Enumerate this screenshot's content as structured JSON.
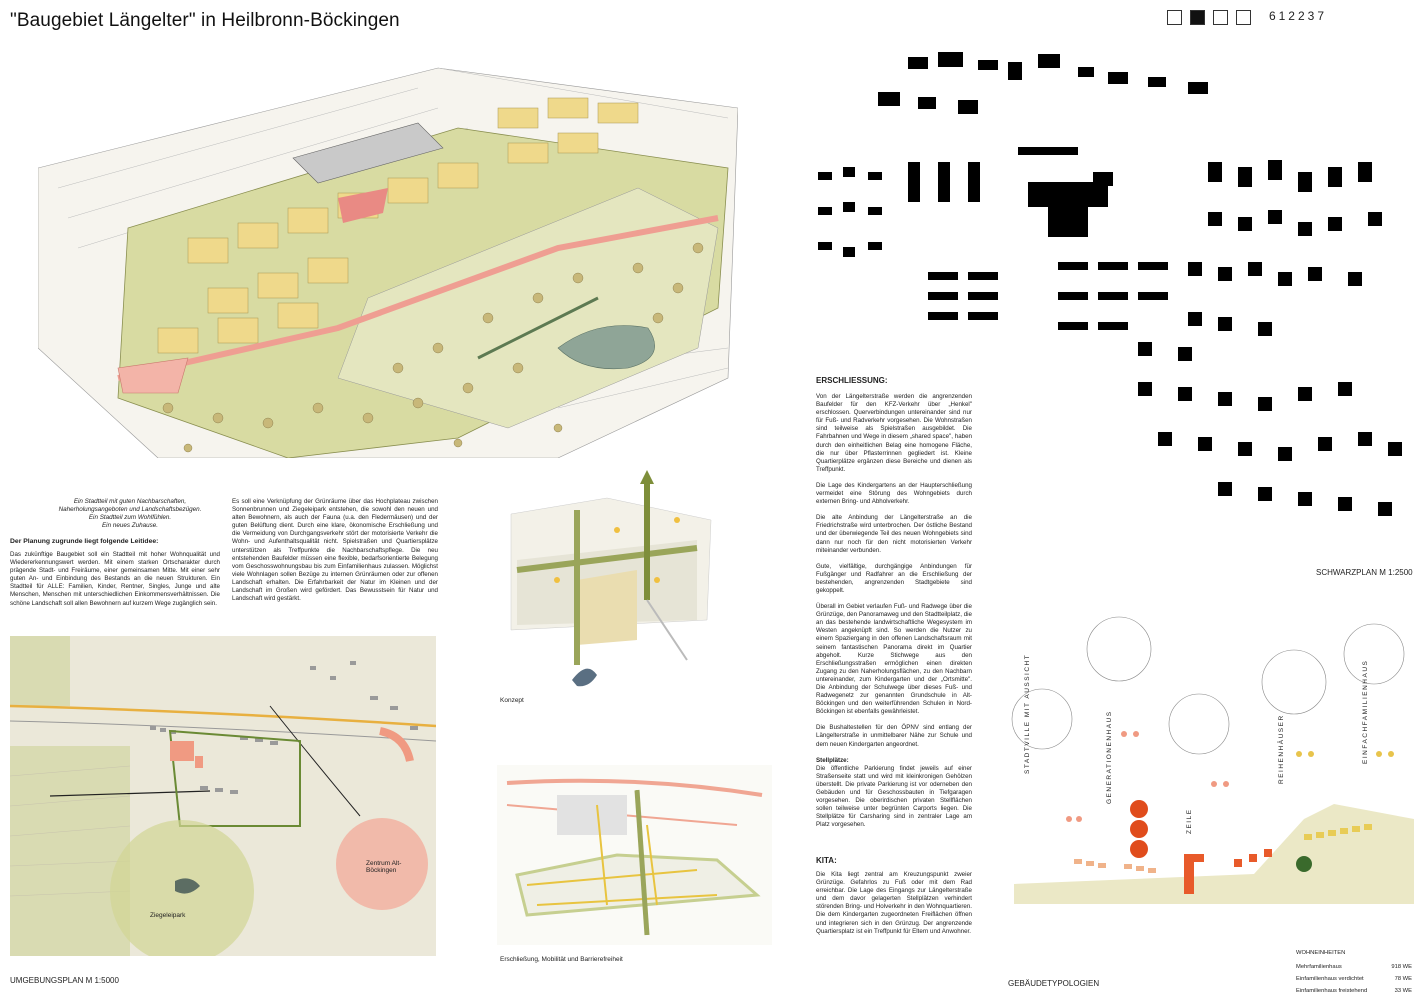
{
  "title": "\"Baugebiet Längelter\" in Heilbronn-Böckingen",
  "code_boxes": [
    false,
    true,
    false,
    false
  ],
  "code_number": "612237",
  "captions": {
    "tagline": [
      "Ein Stadtteil mit guten Nachbarschaften,",
      "Naherholungsangeboten und Landschaftsbezügen.",
      "Ein Stadtteil zum Wohlfühlen.",
      "Ein neues Zuhause."
    ],
    "concept": "Konzept",
    "mobility": "Erschließung, Mobilität und Barrierefreiheit",
    "site_plan": "UMGEBUNGSPLAN  M 1:5000",
    "schwarzplan": "SCHWARZPLAN  M 1:2500",
    "building_types": "GEBÄUDETYPOLOGIEN"
  },
  "leitidee": {
    "heading": "Der Planung zugrunde liegt folgende Leitidee:",
    "text": "Das zukünftige Baugebiet soll ein Stadtteil mit hoher Wohnqualität und Wiedererkennungswert werden. Mit einem starken Ortscharakter durch prägende Stadt- und Freiräume, einer gemeinsamen Mitte. Mit einer sehr guten An- und Einbindung des Bestands an die neuen Strukturen. Ein Stadtteil für ALLE: Familien, Kinder, Rentner, Singles, Junge und alte Menschen, Menschen mit unterschiedlichen Einkommensverhältnissen. Die schöne Landschaft soll allen Bewohnern auf kurzem Wege zugänglich sein.",
    "text2": "Es soll eine Verknüpfung der Grünräume über das Hochplateau zwischen Sonnenbrunnen und Ziegeleipark entstehen, die sowohl den neuen und alten Bewohnern, als auch der Fauna (u.a. den Fledermäusen) und der guten Belüftung dient. Durch eine klare, ökonomische Erschließung und die Vermeidung von Durchgangsverkehr stört der motorisierte Verkehr die Wohn- und Aufenthaltsqualität nicht. Spielstraßen und Quartiersplätze unterstützen als Treffpunkte die Nachbarschaftspflege. Die neu entstehenden Baufelder müssen eine flexible, bedarfsorientierte Belegung vom Geschosswohnungsbau bis zum Einfamilienhaus zulassen. Möglichst viele Wohnlagen sollen Bezüge zu internen Grünräumen oder zur offenen Landschaft erhalten. Die Erfahrbarkeit der Natur im Kleinen und der Landschaft im Großen wird gefördert. Das Bewusstsein für Natur und Landschaft wird gestärkt."
  },
  "erschliessung": {
    "heading": "ERSCHLIESSUNG:",
    "p1": "Von der Längelterstraße werden die angrenzenden Baufelder für den KFZ-Verkehr über „Henkel\" erschlossen. Querverbindungen untereinander sind nur für Fuß- und Radverkehr vorgesehen. Die Wohnstraßen sind teilweise als Spielstraßen ausgebildet. Die Fahrbahnen und Wege in diesem „shared space\", haben durch den einheitlichen Belag eine homogene Fläche, die nur über Pflasterrinnen gegliedert ist. Kleine Quartierplätze ergänzen diese Bereiche und dienen als Treffpunkt.",
    "p2": "Die Lage des Kindergartens an der Haupterschließung vermeidet eine Störung des Wohngebiets durch externen Bring- und Abholverkehr.",
    "p3": "Die alte Anbindung der Längelterstraße an die Friedrichstraße wird unterbrochen. Der östliche Bestand und der überwiegende Teil des neuen Wohngebiets sind dann nur noch für den nicht motorisierten Verkehr miteinander verbunden.",
    "p4": "Gute, vielfältige, durchgängige Anbindungen für Fußgänger und Radfahrer an die Erschließung der bestehenden, angrenzenden Stadtgebiete sind gekoppelt.",
    "p5": "Überall im Gebiet verlaufen Fuß- und Radwege über die Grünzüge, den Panoramaweg und den Stadtteilplatz, die an das bestehende landwirtschaftliche Wegesystem im Westen angeknüpft sind. So werden die Nutzer zu einem Spaziergang in den offenen Landschaftsraum mit seinem fantastischen Panorama direkt im Quartier abgeholt. Kurze Stichwege aus den Erschließungsstraßen ermöglichen einen direkten Zugang zu den Naherholungsflächen, zu den Nachbarn untereinander, zum Kindergarten und der „Ortsmitte\". Die Anbindung der Schulwege über dieses Fuß- und Radwegenetz zur genannten Grundschule in Alt-Böckingen und den weiterführenden Schulen in Nord-Böckingen ist ebenfalls gewährleistet.",
    "p6": "Die Bushaltestellen für den ÖPNV sind entlang der Längelterstraße in unmittelbarer Nähe zur Schule und dem neuen Kindergarten angeordnet.",
    "stell_head": "Stellplätze:",
    "p7": "Die öffentliche Parkierung findet jeweils auf einer Straßenseite statt und wird mit kleinkronigen Gehölzen überstellt. Die private Parkierung ist vor oderneben den Gebäuden und für Geschossbauten in Tiefgaragen vorgesehen. Die oberirdischen privaten Stellflächen sollen teilweise unter begrünten Carports liegen. Die Stellplätze für Carsharing sind in zentraler Lage am Platz vorgesehen."
  },
  "kita": {
    "heading": "KITA:",
    "text": "Die Kita liegt zentral am Kreuzungspunkt zweier Grünzüge. Gefahrlos zu Fuß oder mit dem Rad erreichbar. Die Lage des Eingangs zur Längelterstraße und dem davor gelagerten Stellplätzen verhindert störenden Bring- und Holverkehr in den Wohnquartieren. Die dem Kindergarten zugeordneten Freiflächen öffnen und integrieren sich in den Grünzug. Der angrenzende Quartiersplatz ist ein Treffpunkt für Eltern und Anwohner."
  },
  "map_labels": {
    "zentrum": "Zentrum Alt-Böckingen",
    "ziegeleipark": "Ziegeleipark"
  },
  "typologies": [
    "STADTVILLE MIT AUSSICHT",
    "GENERATIONENHAUS",
    "ZEILE",
    "REIHENHÄUSER",
    "EINFACHFAMILIENHAUS"
  ],
  "wohneinheiten": {
    "heading": "WOHNEINHEITEN",
    "rows": [
      {
        "label": "Mehrfamilienhaus",
        "value": "918 WE"
      },
      {
        "label": "Einfamilienhaus verdichtet",
        "value": "78 WE"
      },
      {
        "label": "Einfamilienhaus freistehend",
        "value": "33 WE"
      }
    ]
  },
  "colors": {
    "green": "#b7c27d",
    "yellow": "#ecd98a",
    "salmon": "#f0a693",
    "dark_green": "#7a8a3c"
  }
}
